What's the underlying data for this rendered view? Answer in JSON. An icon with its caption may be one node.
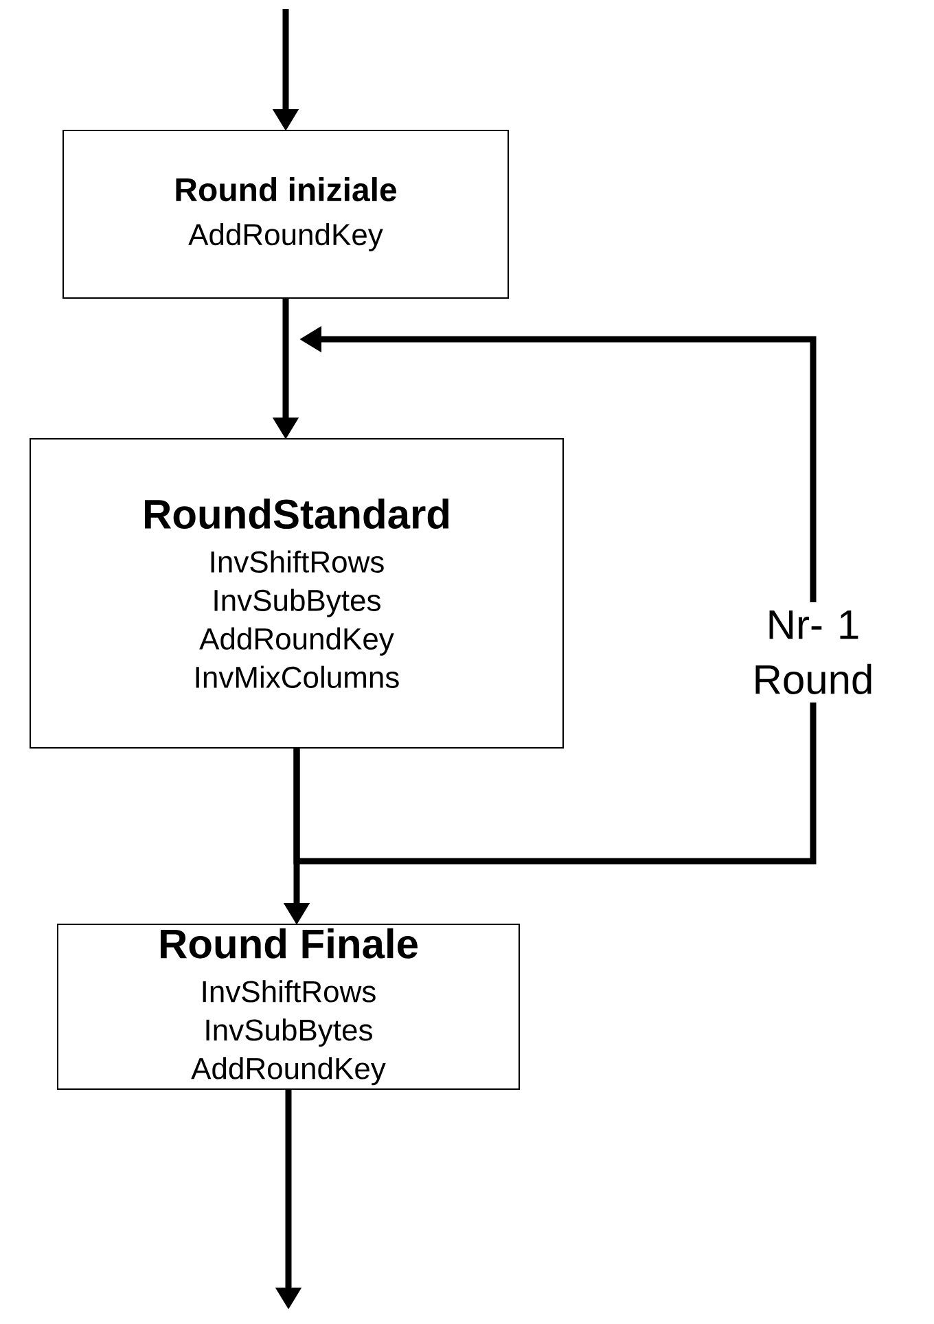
{
  "diagram": {
    "nodes": [
      {
        "text": [
          "Round iniziale",
          "AddRoundKey"
        ]
      },
      {
        "text": [
          "RoundStandard",
          "InvShiftRows",
          "InvSubBytes",
          "AddRoundKey",
          "InvMixColumns"
        ]
      },
      {
        "text": [
          "Round Finale",
          "InvShiftRows",
          "InvSubBytes",
          "AddRoundKey"
        ]
      }
    ],
    "edges": [
      {
        "from": null,
        "to": 0,
        "arrow": "to"
      },
      {
        "from": 0,
        "to": 1,
        "arrow": "to"
      },
      {
        "from": 1,
        "to": null,
        "arrow": "to",
        "label": "Nr- 1 Round"
      },
      {
        "from": 1,
        "to": 2,
        "arrow": "to"
      },
      {
        "from": 2,
        "to": null,
        "arrow": "to"
      }
    ]
  }
}
